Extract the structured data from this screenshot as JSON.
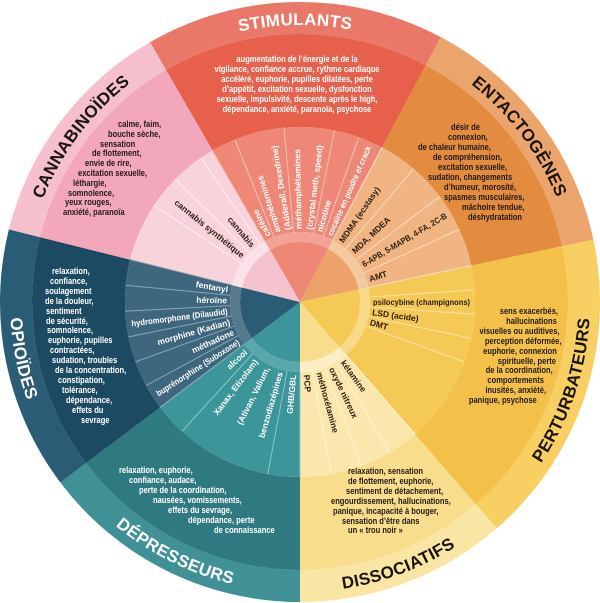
{
  "sectors": [
    {
      "id": "stimulants",
      "label": "STIMULANTS",
      "tone": "dark",
      "colors": {
        "outer": "#ea7868",
        "effects": "#e7604b",
        "ring": "#ee8776",
        "band": "#f2a396",
        "center": "#ee8776",
        "sep": "#f6c2b8"
      },
      "effects": "augmentation de l’énergie et de la\nvigilance, confiance accrue, rythme cardiaque\naccéléré, euphorie, pupilles dilatées, perte\nd’appétit, excitation sexuelle, dysfonction\nsexuelle, impulsivité, descente après le high,\ndépendance, anxiété, paranoïa, psychose",
      "drugs": [
        {
          "lines": [
            "caféine"
          ]
        },
        {
          "lines": [
            "amphétamines",
            "(Adderall, Dexedrine)"
          ]
        },
        {
          "lines": [
            "méthamphétamines",
            "(crystal meth, speed)"
          ]
        },
        {
          "lines": [
            "nicotine"
          ]
        },
        {
          "lines": [
            "cocaïne en poudre et crack"
          ]
        }
      ]
    },
    {
      "id": "entactogenes",
      "label": "ENTACTOGÈNES",
      "tone": "light",
      "colors": {
        "outer": "#eba46c",
        "effects": "#e38b3f",
        "ring": "#f0b582",
        "band": "#f4c9a2",
        "center": "#eda26a",
        "sep": "#f8dcc2"
      },
      "effects": "désir de\nconnexion,\nde chaleur humaine,\nde compréhension,\nexcitation sexuelle,\nsudation, changements\nd’humeur, morosité,\nspasmes musculaires,\nmâchoire tendue,\ndéshydratation",
      "drugs": [
        {
          "lines": [
            "MDMA (ecstasy)"
          ]
        },
        {
          "lines": [
            "MDA, MDEA"
          ]
        },
        {
          "lines": [
            "6-APB, 5-MAPB, 4-FA, 2C-B"
          ]
        },
        {
          "lines": [
            "AMT"
          ]
        }
      ]
    },
    {
      "id": "perturbateurs",
      "label": "PERTURBATEURS",
      "tone": "light",
      "colors": {
        "outer": "#f7cf62",
        "effects": "#f3c14a",
        "ring": "#f5c956",
        "band": "#f8d987",
        "center": "#f5c956",
        "sep": "#fae4a6"
      },
      "effects": "sens exacerbés,\nhallucinations\nvisuelles ou auditives,\nperception déformée,\neuphorie, connexion\nspirituelle, perte\nde la coordination,\ncomportements\ninusités, anxiété,\npanique, psychose",
      "drugs": [
        {
          "lines": [
            "psilocybine (champignons)"
          ]
        },
        {
          "lines": [
            "LSD (acide)"
          ]
        },
        {
          "lines": [
            "DMT"
          ]
        }
      ]
    },
    {
      "id": "dissociatifs",
      "label": "DISSOCIATIFS",
      "tone": "light",
      "colors": {
        "outer": "#fae6a4",
        "effects": "#f8dd8c",
        "ring": "#fbe7ae",
        "band": "#fcefc8",
        "center": "#f8dd8c",
        "sep": "#fdf3d6"
      },
      "effects": "relaxation, sensation\nde flottement, euphorie,\nsentiment de détachement,\nengourdissement, hallucinations,\npanique, incapacité à bouger,\nsensation d’être dans\nun « trou noir »",
      "drugs": [
        {
          "lines": [
            "kétamine"
          ]
        },
        {
          "lines": [
            "oxyde nitreux"
          ]
        },
        {
          "lines": [
            "méthoxétamine"
          ]
        },
        {
          "lines": [
            "PCP"
          ]
        }
      ]
    },
    {
      "id": "depresseurs",
      "label": "DÉPRESSEURS",
      "tone": "dark",
      "colors": {
        "outer": "#3f9196",
        "effects": "#2e7a80",
        "ring": "#3c9599",
        "band": "#5aa8ab",
        "center": "#3c9599",
        "sep": "#8cc6c8"
      },
      "effects": "relaxation, euphorie,\nconfiance, audace,\nperte de la coordination,\nnausées, vomissements,\neffets du sevrage,\ndépendance, perte\nde connaissance",
      "drugs": [
        {
          "lines": [
            "GHB/GBL"
          ]
        },
        {
          "lines": [
            "benzodiazépines",
            "(Ativan, Valium,",
            "Xanax, Etizolam)"
          ]
        },
        {
          "lines": [
            "alcool"
          ]
        }
      ]
    },
    {
      "id": "opioides",
      "label": "OPIOÏDES",
      "tone": "dark",
      "colors": {
        "outer": "#2b5c75",
        "effects": "#1d4a63",
        "ring": "#3e667d",
        "band": "#557a8f",
        "center": "#2b5c75",
        "sep": "#8aa6b6"
      },
      "effects": "relaxation,\nconfiance,\nsoulagement\nde la douleur,\nsentiment\nde sécurité,\nsomnolence,\neuphorie, pupilles\ncontractées,\nsudation, troubles\nde la concentration,\nconstipation,\ntolérance,\ndépendance,\neffets du\nsevrage",
      "drugs": [
        {
          "lines": [
            "buprénorphine (Suboxone)"
          ]
        },
        {
          "lines": [
            "méthadone"
          ]
        },
        {
          "lines": [
            "morphine (Kadian)"
          ]
        },
        {
          "lines": [
            "hydromorphone (Dilaudid)"
          ]
        },
        {
          "lines": [
            "héroïne"
          ]
        },
        {
          "lines": [
            "fentanyl"
          ]
        }
      ]
    },
    {
      "id": "cannabinoides",
      "label": "CANNABINOÏDES",
      "tone": "light",
      "colors": {
        "outer": "#f5bfcc",
        "effects": "#f2a7bb",
        "ring": "#f8d3dc",
        "band": "#fbe2e8",
        "center": "#f5c3cf",
        "sep": "#fdeef2"
      },
      "effects": "calme, faim,\nbouche sèche,\nsensation\nde flottement,\nenvie de rire,\nexcitation sexuelle,\nléthargie,\nsomnolence,\nyeux rouges,\nanxiété, paranoïa",
      "drugs": [
        {
          "lines": [
            "cannabis synthétique"
          ]
        },
        {
          "lines": [
            "cannabis"
          ]
        }
      ]
    }
  ]
}
